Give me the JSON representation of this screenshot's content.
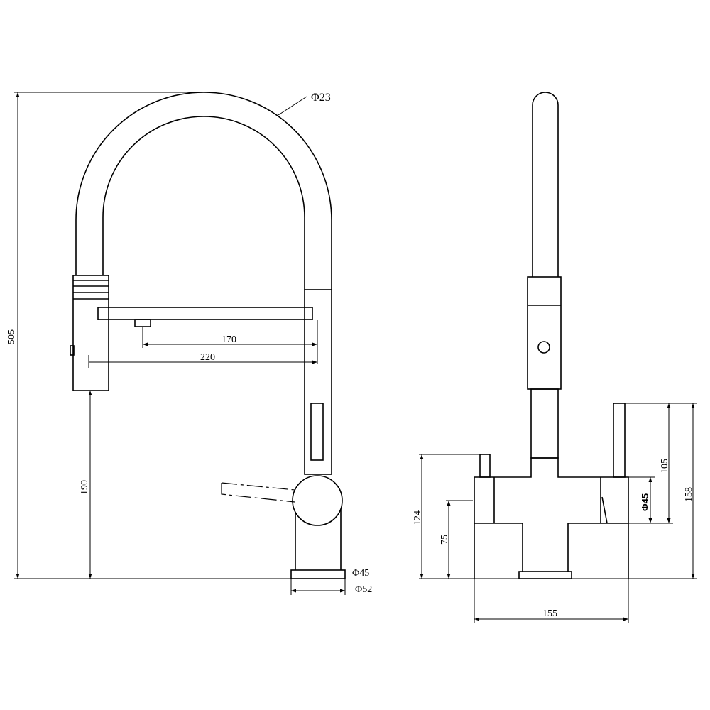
{
  "front_view": {
    "hose_diameter": "Φ23",
    "total_height": "505",
    "reach_inner": "170",
    "reach_outer": "220",
    "spray_height": "190",
    "base_inner_diameter": "Φ45",
    "base_outer_diameter": "Φ52"
  },
  "side_view": {
    "left_stub_height": "124",
    "left_inlet_height": "75",
    "body_width": "155",
    "handle_height": "105",
    "overall_height": "158",
    "knob_diameter": "Φ45"
  }
}
